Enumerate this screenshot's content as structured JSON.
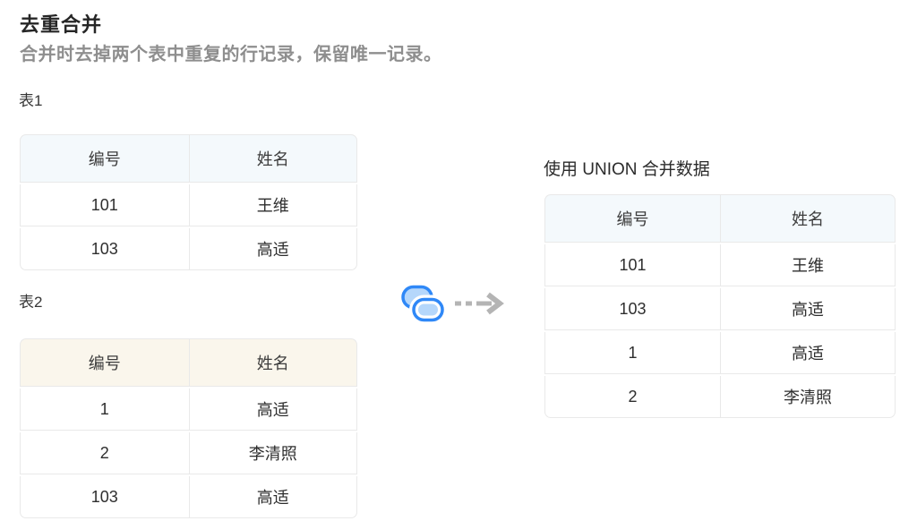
{
  "page": {
    "title": "去重合并",
    "subtitle": "合并时去掉两个表中重复的行记录，保留唯一记录。"
  },
  "table1": {
    "label": "表1",
    "headers": [
      "编号",
      "姓名"
    ],
    "rows": [
      [
        "101",
        "王维"
      ],
      [
        "103",
        "高适"
      ]
    ],
    "header_bg": "#f4f9fc"
  },
  "table2": {
    "label": "表2",
    "headers": [
      "编号",
      "姓名"
    ],
    "rows": [
      [
        "1",
        "高适"
      ],
      [
        "2",
        "李清照"
      ],
      [
        "103",
        "高适"
      ]
    ],
    "header_bg": "#faf6ec"
  },
  "result_table": {
    "label": "使用 UNION 合并数据",
    "headers": [
      "编号",
      "姓名"
    ],
    "rows": [
      [
        "101",
        "王维"
      ],
      [
        "103",
        "高适"
      ],
      [
        "1",
        "高适"
      ],
      [
        "2",
        "李清照"
      ]
    ],
    "header_bg": "#f4f9fc"
  },
  "icons": {
    "merge_icon": "union-overlapping-pills-icon",
    "arrow_icon": "dashed-arrow-right-icon"
  },
  "colors": {
    "accent_blue": "#2f88f7",
    "icon_fill": "#b5d7fb",
    "arrow_gray": "#b4b4b4",
    "table_border": "#e9e9e9",
    "header_blue": "#f4f9fc",
    "header_cream": "#faf6ec",
    "title_text": "#262626",
    "subtitle_text": "#8e8e8e"
  }
}
